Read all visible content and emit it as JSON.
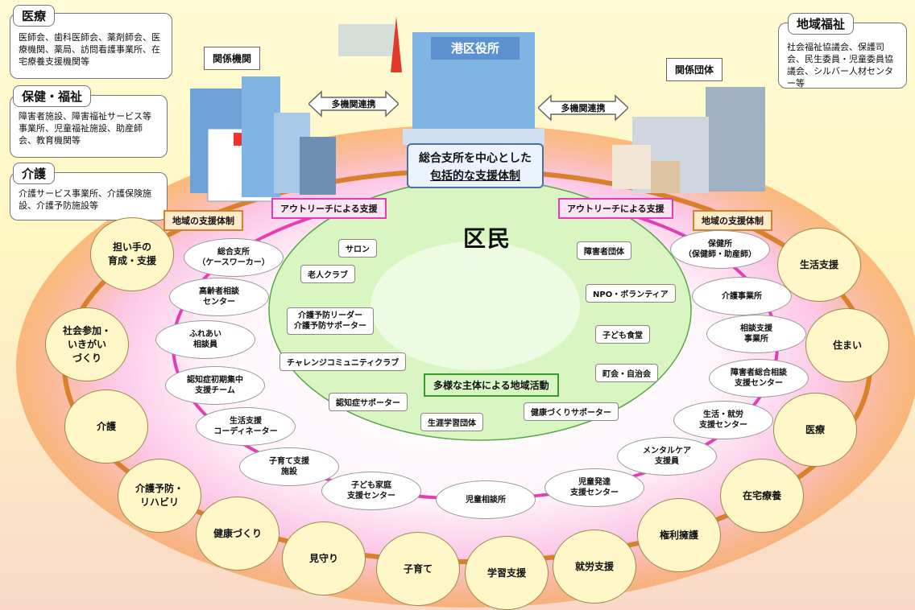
{
  "header": {
    "city_hall": "港区役所",
    "related_orgs_tag": "関係機関",
    "related_groups_tag": "関係団体",
    "multi_agency_left": "多機関連携",
    "multi_agency_right": "多機関連携"
  },
  "categories": {
    "medical": {
      "title": "医療",
      "body": "医師会、歯科医師会、薬剤師会、医療機関、薬局、訪問看護事業所、在宅療養支援機関等"
    },
    "health_welfare": {
      "title": "保健・福祉",
      "body": "障害者施設、障害福祉サービス等事業所、児童福祉施設、助産師会、教育機関等"
    },
    "care": {
      "title": "介護",
      "body": "介護サービス事業所、介護保険施設、介護予防施設等"
    },
    "community_welfare": {
      "title": "地域福祉",
      "body": "社会福祉協議会、保護司会、民生委員・児童委員協議会、シルバー人材センター等"
    }
  },
  "hub": {
    "line1": "総合支所を中心とした",
    "line2": "包括的な支援体制"
  },
  "bands": {
    "outreach_left": "アウトリーチによる支援",
    "outreach_right": "アウトリーチによる支援",
    "regional_left": "地域の支援体制",
    "regional_right": "地域の支援体制"
  },
  "center": {
    "title": "区民",
    "activities_label": "多様な主体による地域活動",
    "activities": [
      "サロン",
      "老人クラブ",
      "介護予防リーダー\n介護予防サポーター",
      "チャレンジコミュニティクラブ",
      "認知症サポーター",
      "生涯学習団体",
      "障害者団体",
      "NPO・ボランティア",
      "子ども食堂",
      "町会・自治会",
      "健康づくりサポーター"
    ]
  },
  "support_ring": [
    "総合支所\n（ケースワーカー）",
    "高齢者相談\nセンター",
    "ふれあい\n相談員",
    "認知症初期集中\n支援チーム",
    "生活支援\nコーディネーター",
    "子育て支援\n施設",
    "子ども家庭\n支援センター",
    "児童相談所",
    "児童発達\n支援センター",
    "メンタルケア\n支援員",
    "生活・就労\n支援センター",
    "障害者総合相談\n支援センター",
    "相談支援\n事業所",
    "介護事業所",
    "保健所\n（保健師・助産師）"
  ],
  "outer_ring": [
    "担い手の\n育成・支援",
    "社会参加・\nいきがい\nづくり",
    "介護",
    "介護予防・\nリハビリ",
    "健康づくり",
    "見守り",
    "子育て",
    "学習支援",
    "就労支援",
    "権利擁護",
    "在宅療養",
    "医療",
    "住まい",
    "生活支援"
  ],
  "colors": {
    "pink": "#e23fb5",
    "orange": "#d9802a",
    "green": "#3a9a2a",
    "circle": "#fff7c8",
    "inner": "#d8f5c2"
  }
}
